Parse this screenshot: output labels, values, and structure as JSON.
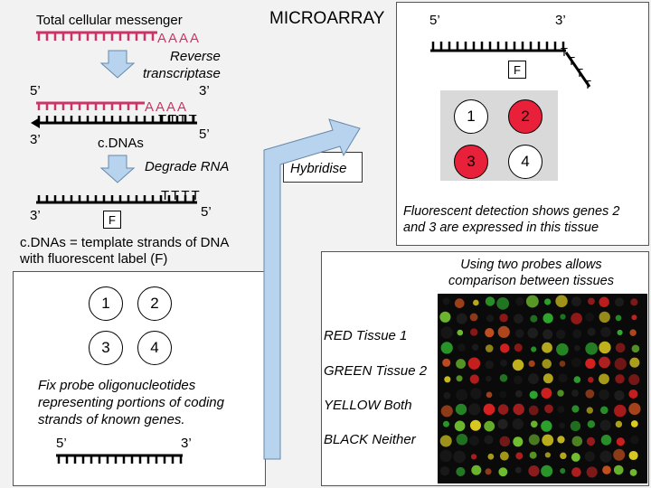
{
  "title": "MICROARRAY",
  "left": {
    "top_label": "Total cellular messenger",
    "polyA": "AAAA",
    "rt_label": "Reverse\ntranscriptase",
    "five_prime": "5’",
    "three_prime": "3’",
    "polyT": "TTTT",
    "cdnas_label": "c.DNAs",
    "degrade_label": "Degrade RNA",
    "f_label": "F",
    "template_caption": "c.DNAs = template strands of DNA\nwith fluorescent label (F)",
    "spots": [
      "1",
      "2",
      "3",
      "4"
    ],
    "fix_caption": "Fix probe oligonucleotides\nrepresenting portions of coding\nstrands of known genes."
  },
  "middle": {
    "hybridise_label": "Hybridise"
  },
  "right": {
    "five_prime": "5’",
    "three_prime": "3’",
    "tail_letters": [
      "T",
      "T",
      "T",
      "T"
    ],
    "f_label": "F",
    "spots": [
      "1",
      "2",
      "3",
      "4"
    ],
    "detection_caption": "Fluorescent detection shows genes 2\nand 3 are expressed in this tissue",
    "probes_caption": "Using two probes allows\ncomparison between tissues",
    "legend": {
      "red": "RED Tissue 1",
      "green": "GREEN Tissue 2",
      "yellow": "YELLOW Both",
      "black": "BLACK Neither"
    }
  },
  "colors": {
    "rna_strand": "#cc3366",
    "dna_strand": "#000000",
    "spot_red": "#e8203a",
    "arrow_fill": "#b8d3ee",
    "arrow_stroke": "#6688aa"
  }
}
